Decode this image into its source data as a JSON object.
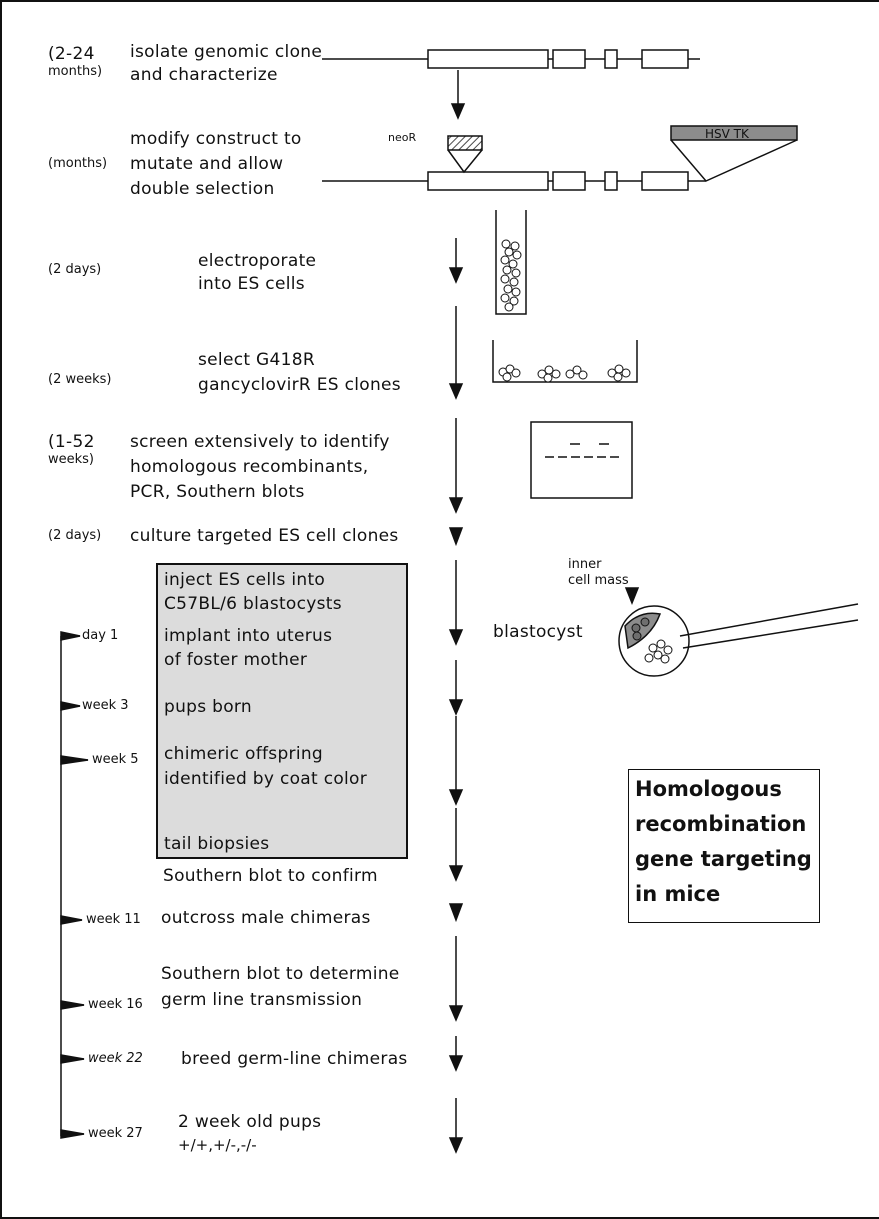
{
  "steps": [
    {
      "time": [
        "(2-24",
        "months)"
      ],
      "desc": [
        "isolate genomic clone",
        "and characterize"
      ]
    },
    {
      "time": [
        "(months)"
      ],
      "desc": [
        "modify construct to",
        "mutate and allow",
        "double selection"
      ]
    },
    {
      "time": [
        "(2 days)"
      ],
      "desc": [
        "electroporate",
        "into ES cells"
      ]
    },
    {
      "time": [
        "(2 weeks)"
      ],
      "desc": [
        "select G418R",
        "gancyclovirR ES clones"
      ]
    },
    {
      "time": [
        "(1-52",
        "weeks)"
      ],
      "desc": [
        "screen extensively to identify",
        "homologous recombinants,",
        "PCR, Southern blots"
      ]
    },
    {
      "time": [
        "(2 days)"
      ],
      "desc": [
        "culture targeted ES cell clones"
      ]
    }
  ],
  "box_steps": {
    "inject": [
      "inject ES cells into",
      "C57BL/6 blastocysts"
    ],
    "implant": [
      "implant into uterus",
      "of foster mother"
    ],
    "pups": "pups born",
    "chimeric": [
      "chimeric offspring",
      "identified by coat color"
    ],
    "tail": "tail biopsies"
  },
  "lower_steps": {
    "southern_confirm": "Southern blot to confirm",
    "outcross": "outcross male chimeras",
    "germline": [
      "Southern blot to determine",
      "germ line transmission"
    ],
    "breed": "breed germ-line chimeras",
    "pups_old": [
      "2 week old pups",
      "+/+,+/-,-/-"
    ]
  },
  "timeline": [
    "day 1",
    "week 3",
    "week 5",
    "week 11",
    "week 16",
    "week 22",
    "week 27"
  ],
  "labels": {
    "neo": "neoR",
    "hsv": "HSV TK",
    "inner_cell_mass": [
      "inner",
      "cell mass"
    ],
    "blastocyst": "blastocyst"
  },
  "title": [
    "Homologous",
    "recombination",
    "gene targeting",
    "in mice"
  ]
}
